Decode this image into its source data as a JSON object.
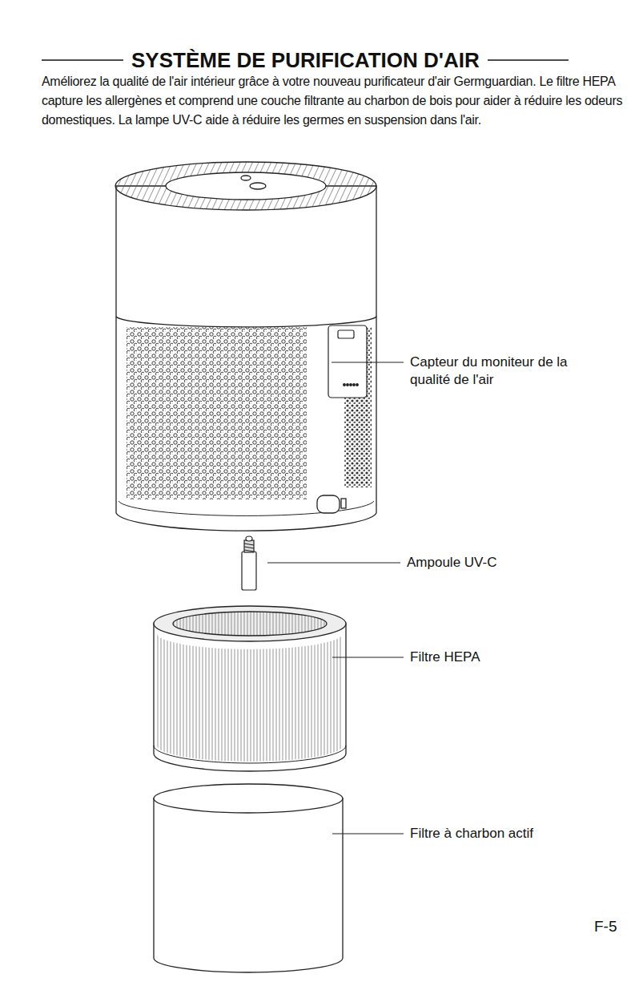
{
  "diagram": {
    "title": "SYSTÈME DE PURIFICATION D'AIR",
    "labels": [
      "Améliorez la qualité de l'air intérieur grâce à votre nouveau purificateur d'air Germguardian. Le filtre HEPA capture les allergènes et comprend une couche filtrante au charbon de bois pour aider à réduire les odeurs domestiques. La lampe UV-C aide à réduire les germes en suspension dans l'air.",
      "Capteur du moniteur de la qualité de l'air",
      "Ampoule UV-C",
      "Filtre HEPA",
      "Filtre à charbon actif",
      "F-5"
    ]
  }
}
